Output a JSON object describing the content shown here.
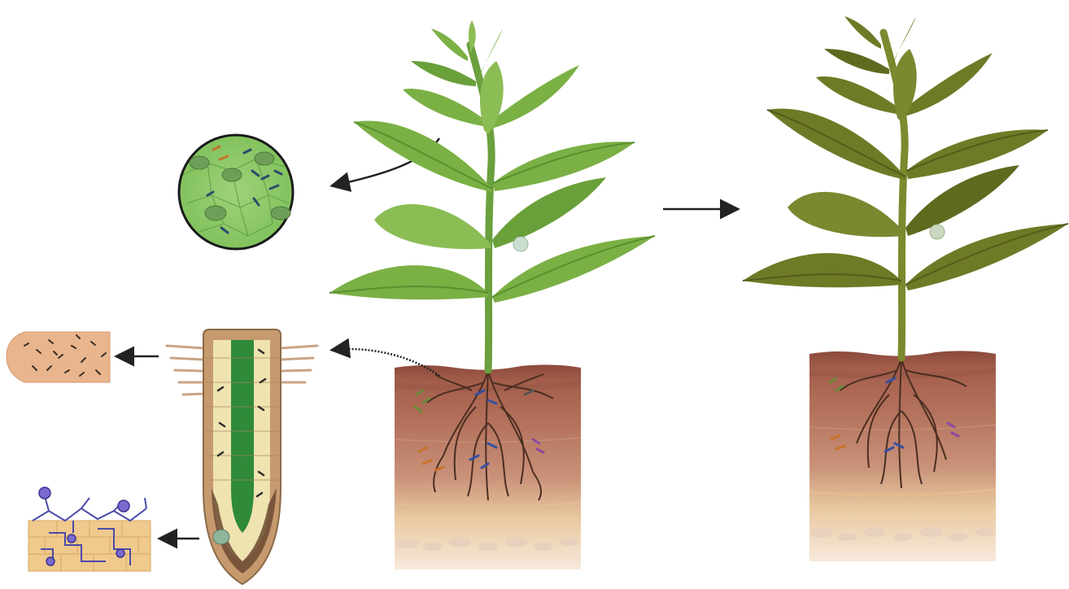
{
  "figure": {
    "caption": ""
  },
  "panels": [
    {
      "id": "leaf-microbiome-inset",
      "icon": "leaf-cells-with-bacteria-icon"
    },
    {
      "id": "root-tip-section",
      "icon": "root-cross-section-icon"
    },
    {
      "id": "root-surface-zoom",
      "icon": "root-surface-bacteria-icon"
    },
    {
      "id": "mycorrhizal-network",
      "icon": "fungal-hyphae-icon"
    },
    {
      "id": "healthy-plant-in-soil",
      "icon": "plant-icon"
    },
    {
      "id": "stressed-plant-in-soil",
      "icon": "plant-icon"
    }
  ],
  "colors": {
    "healthy_leaf": "#7bb045",
    "healthy_leaf_dark": "#5a8f2e",
    "stressed_leaf": "#6f7a26",
    "stressed_leaf_dark": "#545c1a",
    "soil_top": "#8b4a3c",
    "soil_mid": "#b8806a",
    "soil_low": "#d7a98f",
    "sand": "#ecd0a4",
    "arrow": "#222222"
  }
}
